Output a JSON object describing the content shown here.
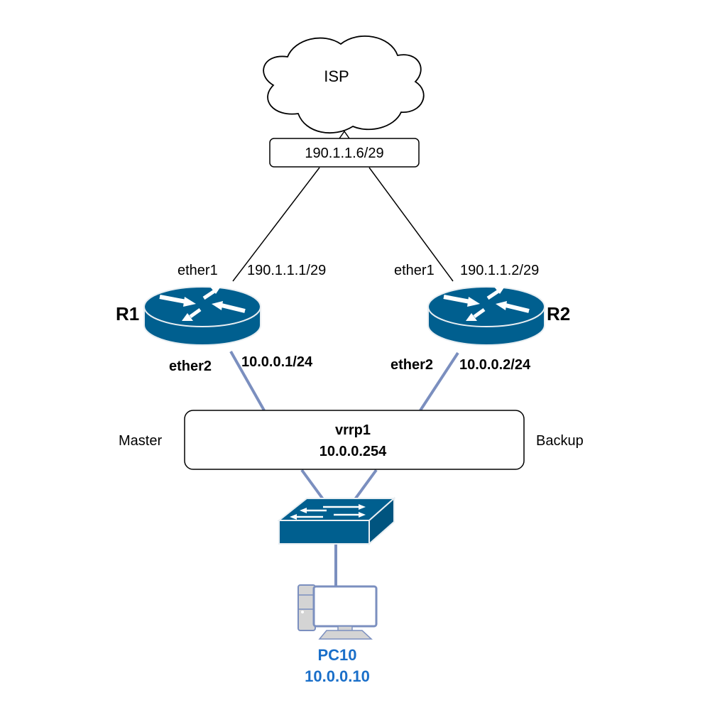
{
  "diagram": {
    "isp": {
      "label": "ISP"
    },
    "isp_interface": {
      "ip": "190.1.1.6/29"
    },
    "r1": {
      "name": "R1",
      "ether1_label": "ether1",
      "ether1_ip": "190.1.1.1/29",
      "ether2_label": "ether2",
      "ether2_ip": "10.0.0.1/24",
      "role": "Master"
    },
    "r2": {
      "name": "R2",
      "ether1_label": "ether1",
      "ether1_ip": "190.1.1.2/29",
      "ether2_label": "ether2",
      "ether2_ip": "10.0.0.2/24",
      "role": "Backup"
    },
    "vrrp": {
      "name": "vrrp1",
      "ip": "10.0.0.254"
    },
    "pc": {
      "name": "PC10",
      "ip": "10.0.0.10"
    },
    "colors": {
      "device_blue": "#005f8f",
      "lan_link": "#7b8fbf",
      "pc_label": "#1a6fc9",
      "wan_link": "#000000"
    }
  }
}
